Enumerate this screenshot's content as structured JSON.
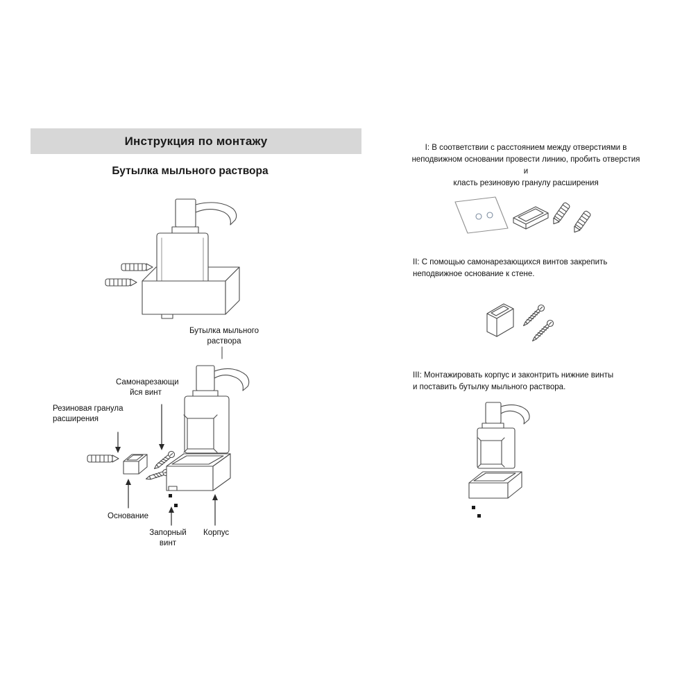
{
  "header": {
    "title": "Инструкция по монтажу"
  },
  "colors": {
    "header_bg": "#d7d7d7",
    "line": "#4a4a4a",
    "hole_circle": "#7d8da0"
  },
  "left": {
    "subtitle": "Бутылка мыльного раствора",
    "labels": {
      "bottle": "Бутылка мыльного\nраствора",
      "screw": "Самонарезающи\nйся винт",
      "granule": "Резиновая гранула\nрасширения",
      "base": "Основание",
      "lock_screw": "Запорный\nвинт",
      "body": "Корпус"
    }
  },
  "right": {
    "step1": "I: В соответствии с расстоянием между отверстиями в\nнеподвижном основании провести линию, пробить отверстия и\nкласть резиновую гранулу расширения",
    "step2": "II: С помощью самонарезающихся винтов закрепить\nнеподвижное основание к стене.",
    "step3": "III: Монтажировать корпус и законтрить нижние винты\nи поставить бутылку мыльного раствора."
  }
}
